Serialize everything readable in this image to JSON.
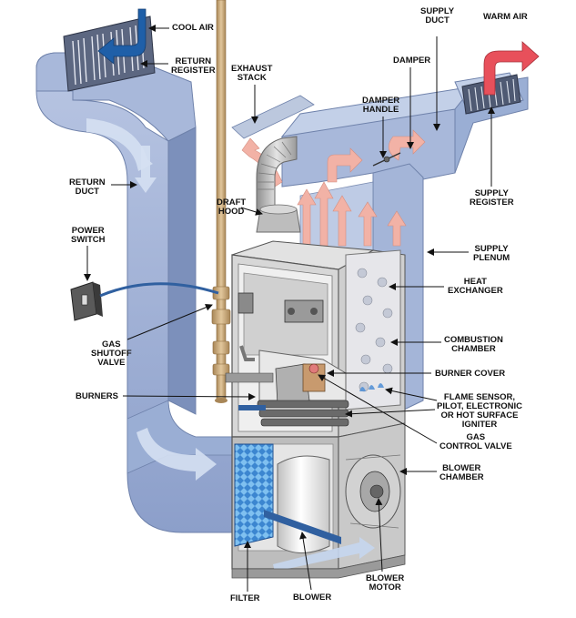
{
  "labels": {
    "cool_air": "COOL AIR",
    "return_register": "RETURN\nREGISTER",
    "exhaust_stack": "EXHAUST\nSTACK",
    "supply_duct": "SUPPLY\nDUCT",
    "warm_air": "WARM AIR",
    "damper": "DAMPER",
    "damper_handle": "DAMPER\nHANDLE",
    "return_duct": "RETURN\nDUCT",
    "supply_register": "SUPPLY\nREGISTER",
    "draft_hood": "DRAFT\nHOOD",
    "power_switch": "POWER\nSWITCH",
    "supply_plenum": "SUPPLY\nPLENUM",
    "heat_exchanger": "HEAT\nEXCHANGER",
    "gas_shutoff_valve": "GAS\nSHUTOFF\nVALVE",
    "combustion_chamber": "COMBUSTION\nCHAMBER",
    "burner_cover": "BURNER COVER",
    "burners": "BURNERS",
    "flame_sensor": "FLAME SENSOR,\nPILOT, ELECTRONIC\nOR HOT SURFACE\nIGNITER",
    "gas_control_valve": "GAS\nCONTROL VALVE",
    "blower_chamber": "BLOWER\nCHAMBER",
    "filter": "FILTER",
    "blower": "BLOWER",
    "blower_motor": "BLOWER\nMOTOR"
  },
  "colors": {
    "duct": "#9fb2d6",
    "duct_dark": "#7f93bd",
    "duct_light": "#c3d0e8",
    "cabinet": "#c9c9c9",
    "cabinet_dark": "#8f8f8f",
    "warm_arrow": "#f2b2a6",
    "warm_air_arrow": "#e8505b",
    "cool_air_arrow": "#1f5fa8",
    "return_arrow": "#c5d6ee",
    "filter": "#3f8fd8",
    "pipe": "#c9a777"
  }
}
